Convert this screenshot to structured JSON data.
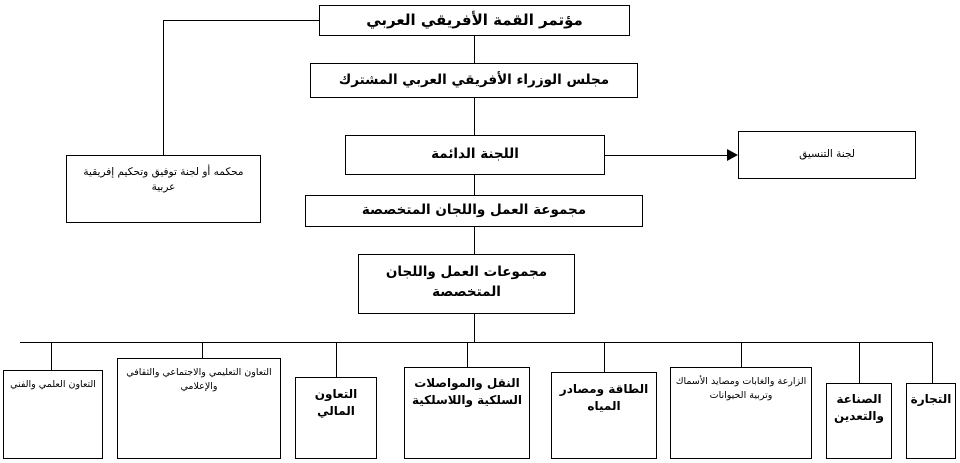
{
  "diagram": {
    "title": "مؤتمر القمة الأفريقي العربي",
    "language": "ar",
    "direction": "rtl",
    "line_color": "#000000",
    "box_fill": "#ffffff",
    "text_color": "#000000"
  },
  "nodes": {
    "summit": "مؤتمر القمة الأفريقي العربي",
    "ministers_council": "مجلس الوزراء الأفريقي العربي المشترك",
    "standing_committee": "اللجنة الدائمة",
    "coordination_committee": "لجنة التنسيق",
    "arbitration": "محكمه أو لجنة توفيق وتحكيم إفريقية عربية",
    "work_group_committees": "مجموعة العمل واللجان المتخصصة",
    "work_groups_committees_2": "مجموعات العمل واللجان المتخصصة"
  },
  "specialized_committees": [
    {
      "id": "trade",
      "label": "التجارة"
    },
    {
      "id": "industry-mining",
      "label": "الصناعة والتعدين"
    },
    {
      "id": "agriculture-forests-fisheries-livestock",
      "label": "الزارعة والغابات ومصايد الأسماك وتربية الحيوانات"
    },
    {
      "id": "energy-water",
      "label": "الطاقة ومصادر المياه"
    },
    {
      "id": "transport-communications",
      "label": "النقل والمواصلات السلكية واللاسلكية"
    },
    {
      "id": "financial-cooperation",
      "label": "التعاون المالي"
    },
    {
      "id": "education-social-cultural-media",
      "label": "التعاون التعليمي والاجتماعي والثقافي والإعلامي"
    },
    {
      "id": "scientific-technical",
      "label": "التعاون العلمي والفني"
    }
  ]
}
